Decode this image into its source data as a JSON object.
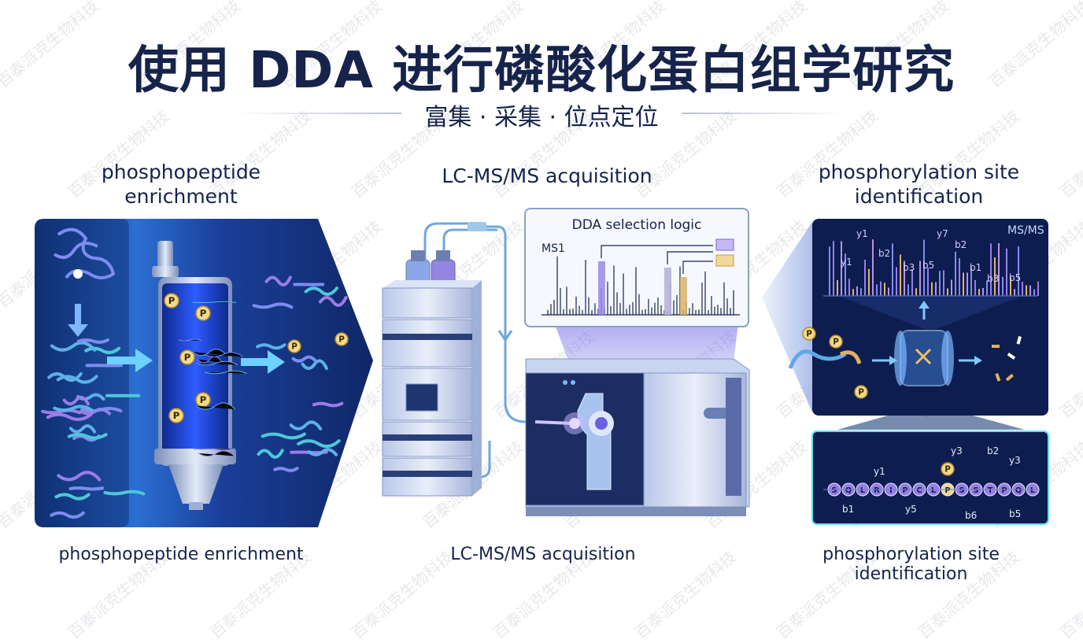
{
  "title": "使用 DDA 进行磷酸化蛋白组学研究",
  "subtitle": "富集 · 采集 · 位点定位",
  "panels": {
    "enrichment": {
      "label": "phosphopeptide\nenrichment",
      "caption": "phosphopeptide enrichment",
      "p_marker": "P"
    },
    "acquisition": {
      "label": "LC-MS/MS acquisition",
      "caption": "LC-MS/MS acquisition",
      "inset_title": "DDA selection logic",
      "inset_ms1": "MS1"
    },
    "identification": {
      "label": "phosphorylation site\nidentification",
      "caption": "phosphorylation site identification",
      "ms_label": "MS/MS",
      "spectrum_ions": [
        "y1",
        "y1",
        "b2",
        "b3",
        "b5",
        "y7",
        "b2",
        "b1",
        "b3",
        "b5"
      ],
      "sequence": [
        "S",
        "Q",
        "L",
        "R",
        "I",
        "P",
        "C",
        "L",
        "P",
        "S",
        "S",
        "T",
        "P",
        "Q",
        "L"
      ],
      "top_ions": [
        "y1",
        "y3",
        "b2",
        "y3"
      ],
      "bottom_ions": [
        "b1",
        "y5",
        "b6",
        "b5"
      ]
    }
  },
  "watermark": "百泰派克生物科技"
}
